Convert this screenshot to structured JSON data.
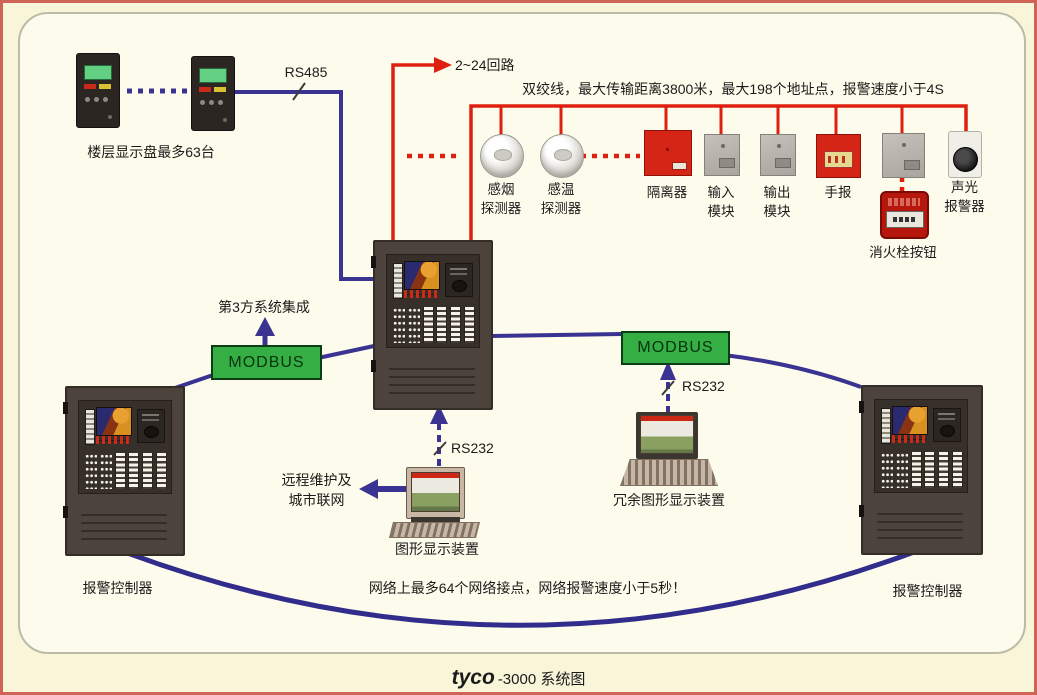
{
  "frame": {
    "caption_brand": "tyco",
    "caption_suffix": "-3000 系统图"
  },
  "colors": {
    "line_red": "#dd2010",
    "line_blue": "#3a3391",
    "modbus_green": "#35ae43",
    "bg_outer": "#f8f5d8",
    "bg_inner": "#fdfcec",
    "cabinet_brown": "#4c433d"
  },
  "top_left": {
    "floor_display": "楼层显示盘最多63台",
    "rs485": "RS485"
  },
  "loop": {
    "circuits": "2~24回路",
    "wire_note": "双绞线，最大传输距离3800米，最大198个地址点，报警速度小于4S"
  },
  "devices": {
    "smoke": "感烟\n探测器",
    "heat": "感温\n探测器",
    "isolator": "隔离器",
    "input_module": "输入\n模块",
    "output_module": "输出\n模块",
    "manual_call": "手报",
    "hydrant": "消火栓按钮",
    "sounder": "声光\n报警器"
  },
  "integration": {
    "modbus_left": "MODBUS",
    "modbus_right": "MODBUS",
    "third_party": "第3方系统集成",
    "rs232_center": "RS232",
    "rs232_right": "RS232"
  },
  "computers": {
    "graphic": "图形显示装置",
    "redundant": "冗余图形显示装置",
    "remote": "远程维护及\n城市联网"
  },
  "controllers": {
    "left": "报警控制器",
    "right": "报警控制器"
  },
  "network": {
    "note": "网络上最多64个网络接点，网络报警速度小于5秒！"
  }
}
